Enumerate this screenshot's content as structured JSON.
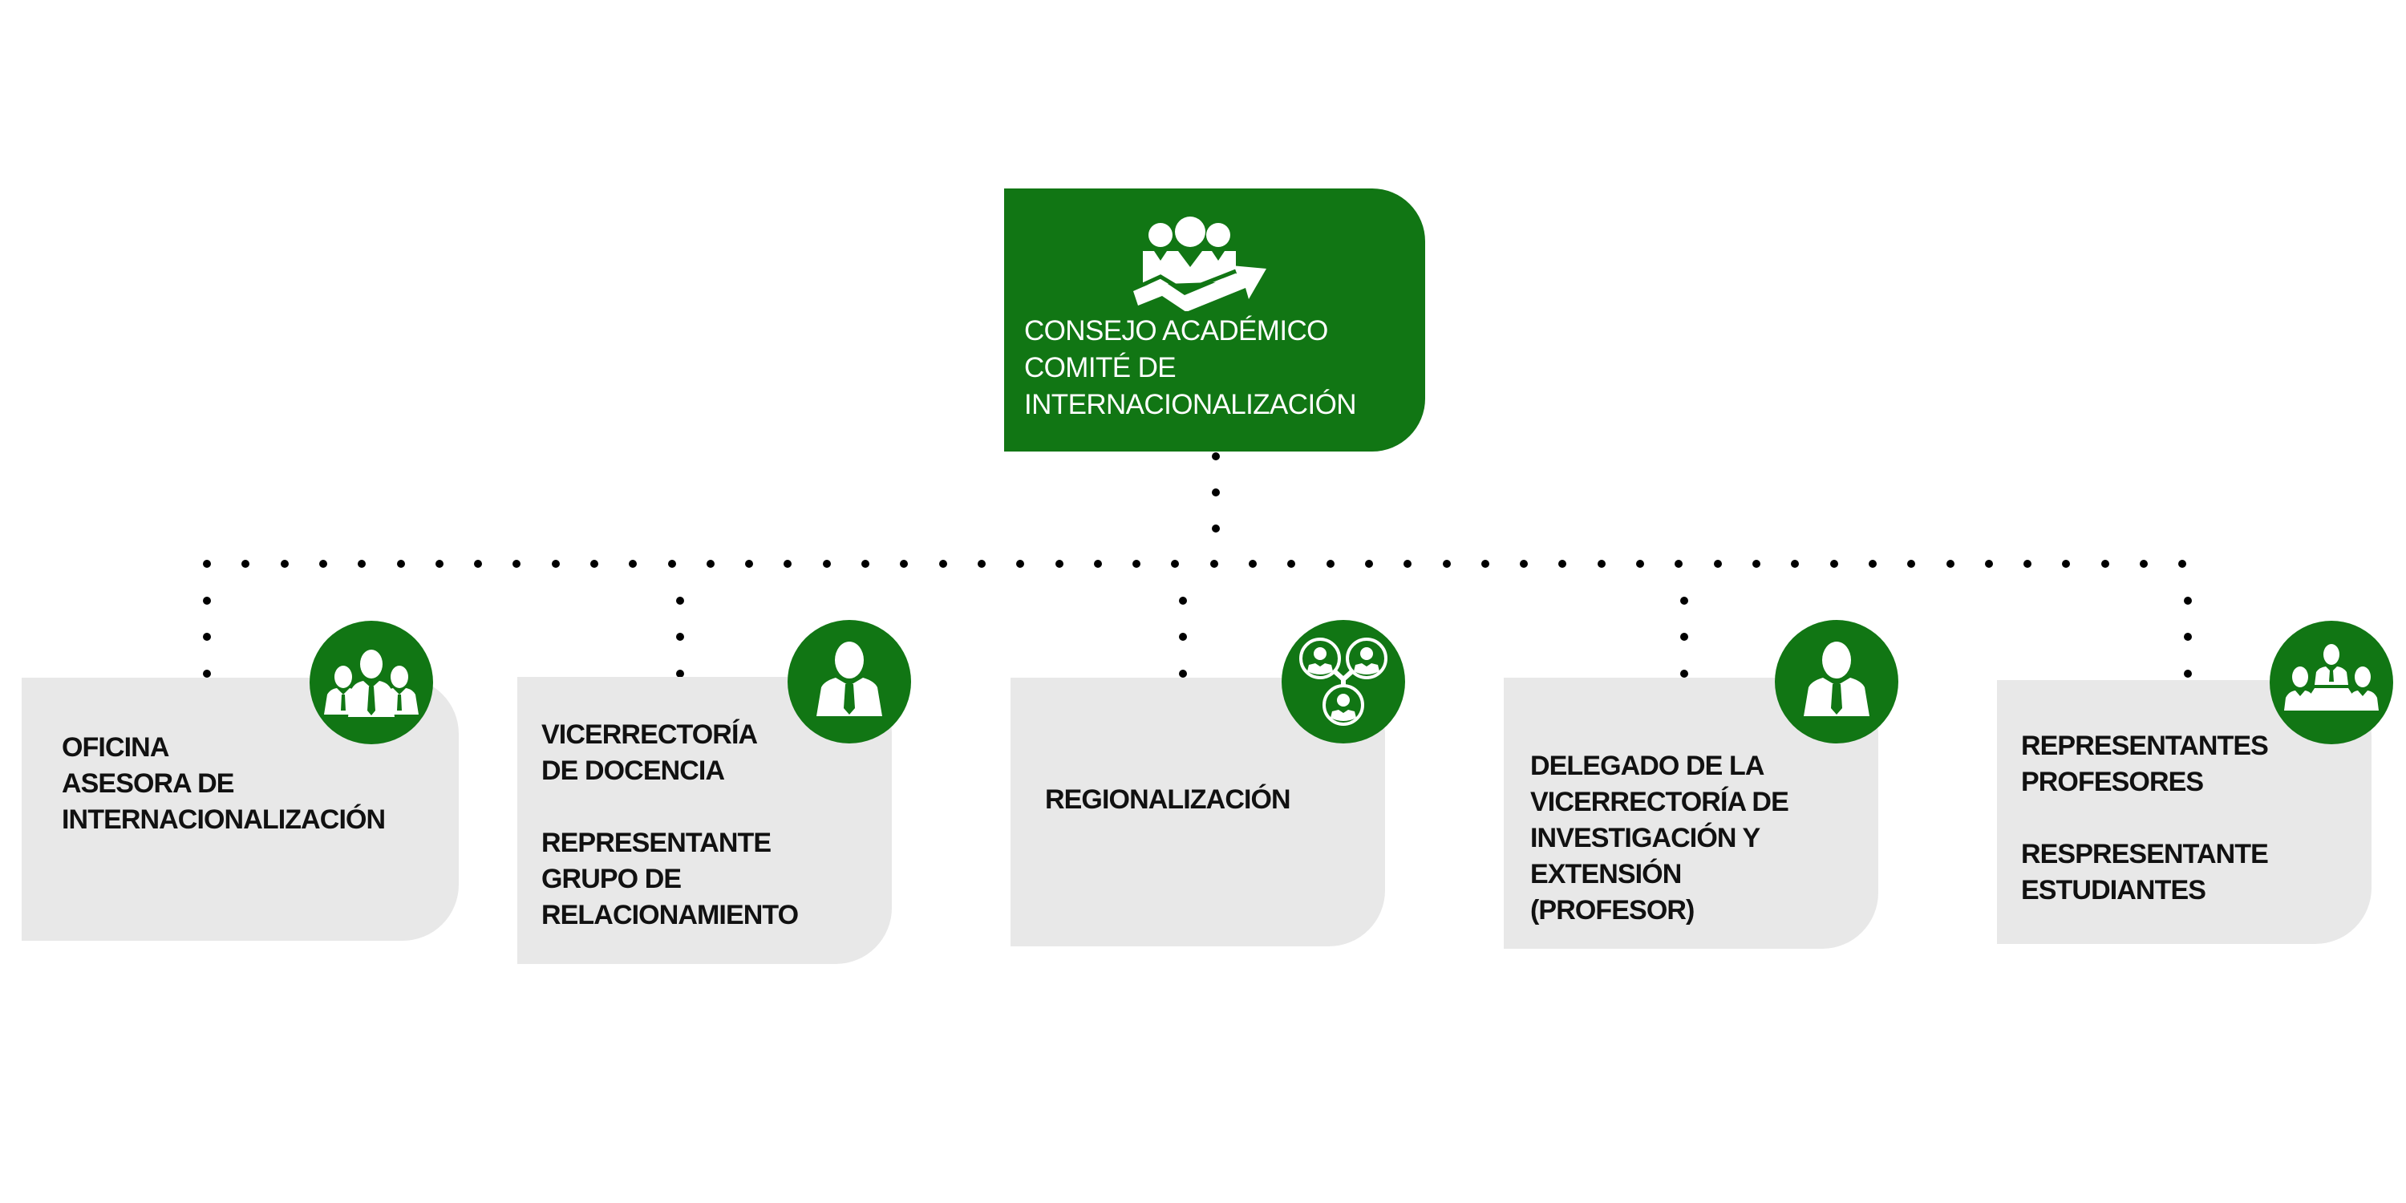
{
  "diagram": {
    "type": "org-chart",
    "colors": {
      "accent_green": "#117614",
      "node_grey": "#e8e8e8",
      "text_dark": "#111111",
      "text_light": "#ffffff",
      "connector": "#000000"
    },
    "root": {
      "title": "CONSEJO ACADÉMICO\nCOMITÉ DE\nINTERNACIONALIZACIÓN",
      "icon": "team-growth-icon"
    },
    "children": [
      {
        "text": "OFICINA\nASESORA DE\nINTERNACIONALIZACIÓN",
        "icon": "group-of-people-icon"
      },
      {
        "text": "VICERRECTORÍA\nDE DOCENCIA\n\nREPRESENTANTE\nGRUPO DE\nRELACIONAMIENTO",
        "icon": "businessman-icon"
      },
      {
        "text": "REGIONALIZACIÓN",
        "icon": "user-network-icon"
      },
      {
        "text": "DELEGADO DE LA\nVICERRECTORÍA DE\nINVESTIGACIÓN Y\nEXTENSIÓN\n(PROFESOR)",
        "icon": "businessman-icon"
      },
      {
        "text": "REPRESENTANTES\nPROFESORES\n\nRESPRESENTANTE\nESTUDIANTES",
        "icon": "meeting-table-icon"
      }
    ],
    "edges": [
      {
        "from": "root",
        "to": 0,
        "style": "dotted"
      },
      {
        "from": "root",
        "to": 1,
        "style": "dotted"
      },
      {
        "from": "root",
        "to": 2,
        "style": "dotted"
      },
      {
        "from": "root",
        "to": 3,
        "style": "dotted"
      },
      {
        "from": "root",
        "to": 4,
        "style": "dotted"
      }
    ]
  }
}
